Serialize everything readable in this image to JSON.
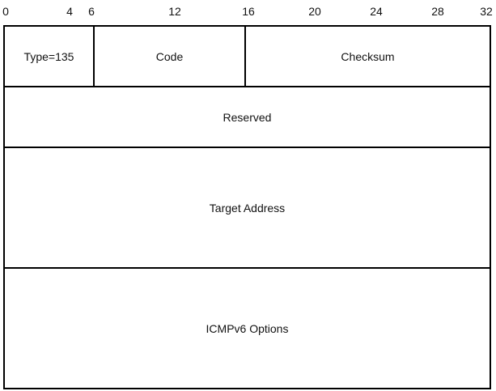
{
  "bit_scale": [
    "0",
    "4",
    "6",
    "12",
    "16",
    "20",
    "24",
    "28",
    "32"
  ],
  "rows": [
    {
      "fields": [
        "Type=135",
        "Code",
        "Checksum"
      ]
    },
    {
      "fields": [
        "Reserved"
      ]
    },
    {
      "fields": [
        "Target Address"
      ]
    },
    {
      "fields": [
        "ICMPv6 Options"
      ]
    }
  ]
}
